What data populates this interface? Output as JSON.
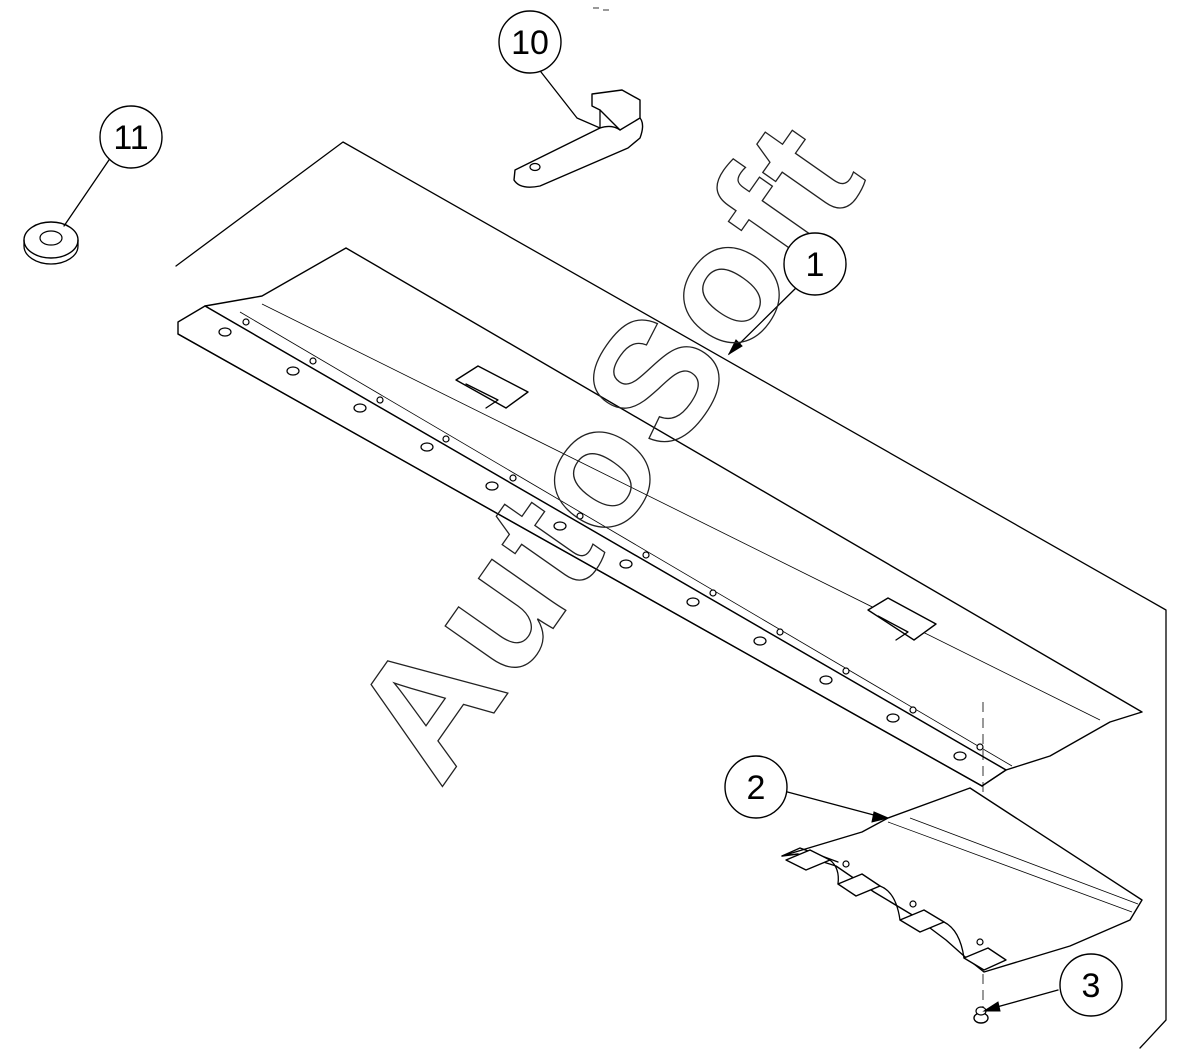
{
  "watermark": "AutoSoft",
  "callouts": [
    {
      "id": "11",
      "label": "11"
    },
    {
      "id": "10",
      "label": "10"
    },
    {
      "id": "1",
      "label": "1"
    },
    {
      "id": "2",
      "label": "2"
    },
    {
      "id": "3",
      "label": "3"
    }
  ]
}
